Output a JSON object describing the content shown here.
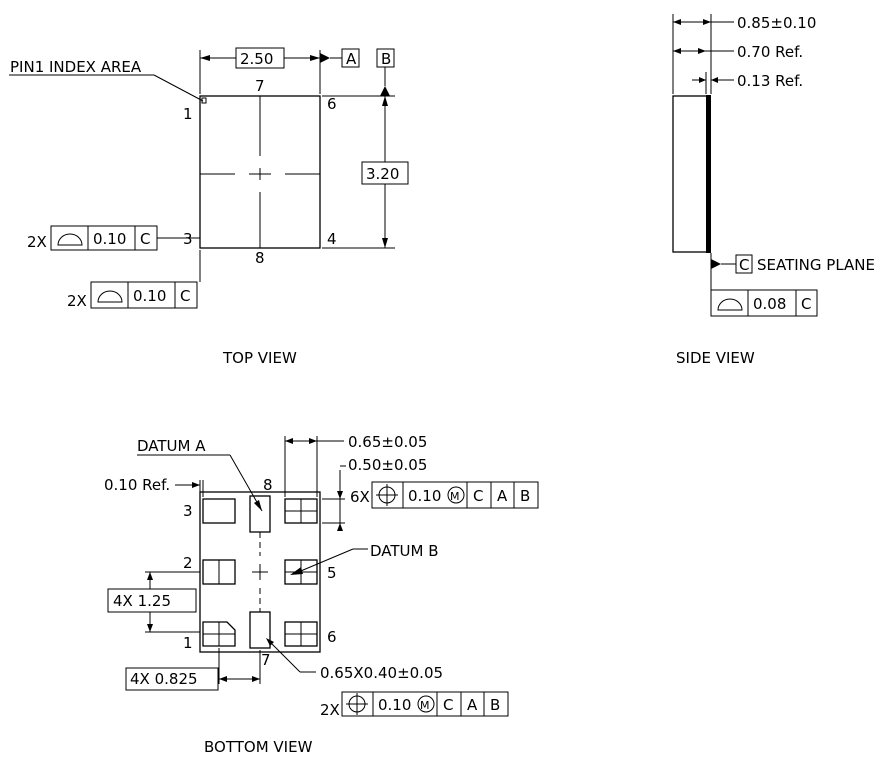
{
  "views": {
    "top": {
      "caption": "TOP VIEW",
      "pin1_note": "PIN1 INDEX AREA",
      "pins": [
        "1",
        "7",
        "6",
        "3",
        "8",
        "4"
      ],
      "dim_width": "2.50",
      "dim_height": "3.20",
      "datum_a": "A",
      "datum_b": "B",
      "fcf_right": {
        "count": "2X",
        "value": "0.10",
        "datum": "C"
      },
      "fcf_bottom": {
        "count": "2X",
        "value": "0.10",
        "datum": "C"
      }
    },
    "side": {
      "caption": "SIDE VIEW",
      "dim_total": "0.85±0.10",
      "dim_body": "0.70 Ref.",
      "dim_cap": "0.13 Ref.",
      "datum_c": "C",
      "seating_plane": "SEATING PLANE",
      "fcf": {
        "value": "0.08",
        "datum": "C"
      }
    },
    "bottom": {
      "caption": "BOTTOM VIEW",
      "datum_a_note": "DATUM A",
      "datum_b_note": "DATUM B",
      "ref_note": "0.10 Ref.",
      "dim_pad_pitch": "0.65±0.05",
      "dim_pad_width": "0.50±0.05",
      "dim_pitch_y": "4X  1.25",
      "dim_pitch_x": "4X  0.825",
      "dim_center_pad": "0.65X0.40±0.05",
      "pins": [
        "8",
        "3",
        "2",
        "5",
        "1",
        "6",
        "7"
      ],
      "fcf_pads": {
        "count": "6X",
        "value": "0.10",
        "d1": "C",
        "d2": "A",
        "d3": "B"
      },
      "fcf_center": {
        "count": "2X",
        "value": "0.10",
        "d1": "C",
        "d2": "A",
        "d3": "B"
      }
    }
  }
}
